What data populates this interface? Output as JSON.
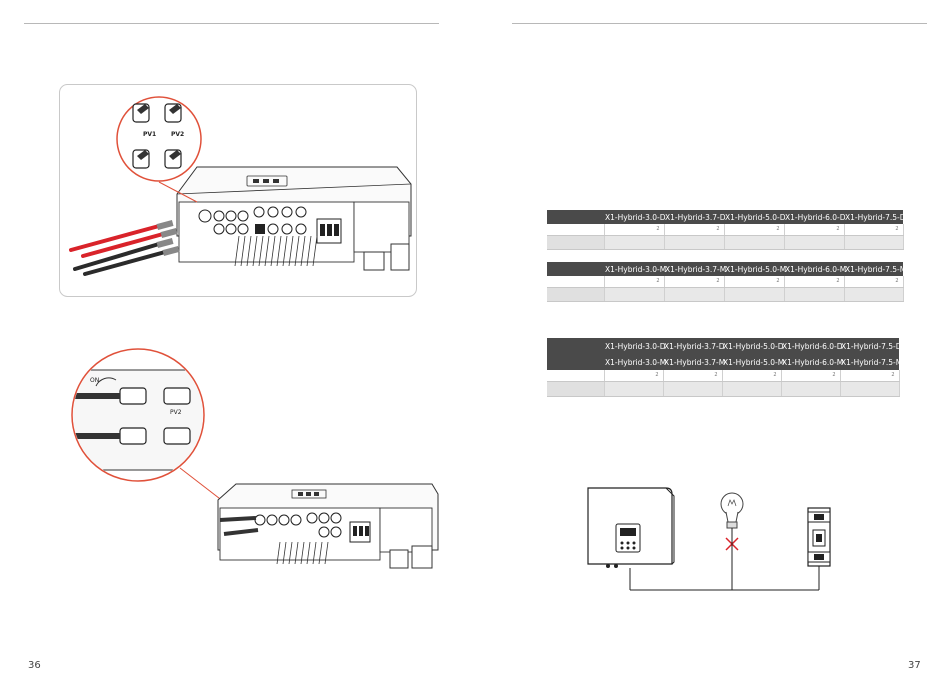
{
  "page_left": {
    "page_number": "36"
  },
  "page_right": {
    "page_number": "37"
  },
  "figure_pv_top": {
    "inset_labels": [
      "PV1",
      "PV2"
    ]
  },
  "figure_pv_bottom": {
    "inset_labels": [
      "ON",
      "PV2"
    ]
  },
  "table_d": {
    "headers": [
      "X1-Hybrid-3.0-D",
      "X1-Hybrid-3.7-D",
      "X1-Hybrid-5.0-D",
      "X1-Hybrid-6.0-D",
      "X1-Hybrid-7.5-D"
    ],
    "row1": [
      "2",
      "2",
      "2",
      "2",
      "2"
    ]
  },
  "table_m": {
    "headers": [
      "X1-Hybrid-3.0-M",
      "X1-Hybrid-3.7-M",
      "X1-Hybrid-5.0-M",
      "X1-Hybrid-6.0-M",
      "X1-Hybrid-7.5-M"
    ],
    "row1": [
      "2",
      "2",
      "2",
      "2",
      "2"
    ]
  },
  "table_dm": {
    "headers_top": [
      "X1-Hybrid-3.0-D",
      "X1-Hybrid-3.7-D",
      "X1-Hybrid-5.0-D",
      "X1-Hybrid-6.0-D",
      "X1-Hybrid-7.5-D"
    ],
    "headers_bottom": [
      "X1-Hybrid-3.0-M",
      "X1-Hybrid-3.7-M",
      "X1-Hybrid-5.0-M",
      "X1-Hybrid-6.0-M",
      "X1-Hybrid-7.5-M"
    ],
    "row1": [
      "2",
      "2",
      "2",
      "2",
      "2"
    ]
  },
  "colors": {
    "accent": "#e0513a",
    "cable_red": "#d9232a",
    "cable_black": "#2b2b2b",
    "table_header": "#4a4a4a"
  },
  "icons": [
    "inverter-illustration",
    "light-bulb-icon",
    "cross-mark-icon",
    "breaker-icon"
  ]
}
